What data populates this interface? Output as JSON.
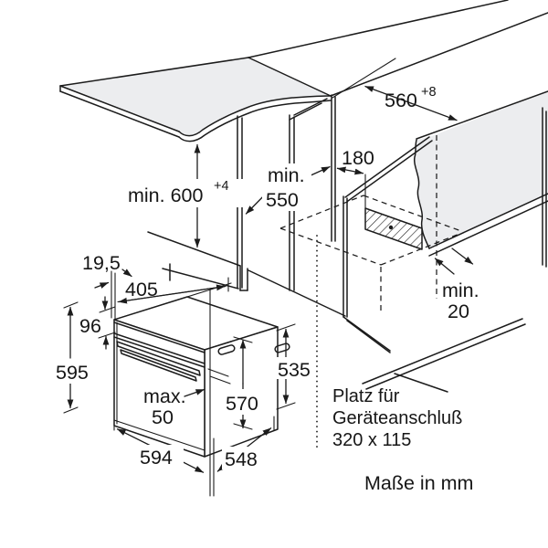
{
  "dims": {
    "niche_height": {
      "text": "min. 600",
      "sup": "+4"
    },
    "niche_width": {
      "text": "560",
      "sup": "+8"
    },
    "niche_depth": {
      "l1": "min.",
      "l2": "550"
    },
    "side_offset": "180",
    "rear_gap": {
      "l1": "min.",
      "l2": "20"
    },
    "fascia_gap": "19,5",
    "top_depth": "405",
    "panel_height": "96",
    "front_height": "595",
    "handle_depth": {
      "l1": "max.",
      "l2": "50"
    },
    "inner_height": "570",
    "body_height": "535",
    "front_width": "594",
    "body_depth": "548"
  },
  "notes": {
    "connection": {
      "l1": "Platz für",
      "l2": "Geräteanschluß",
      "l3": "320 x 115"
    },
    "units": "Maße in mm"
  },
  "colors": {
    "line": "#1c1c1c",
    "surface": "#ecedef",
    "background": "#ffffff"
  }
}
